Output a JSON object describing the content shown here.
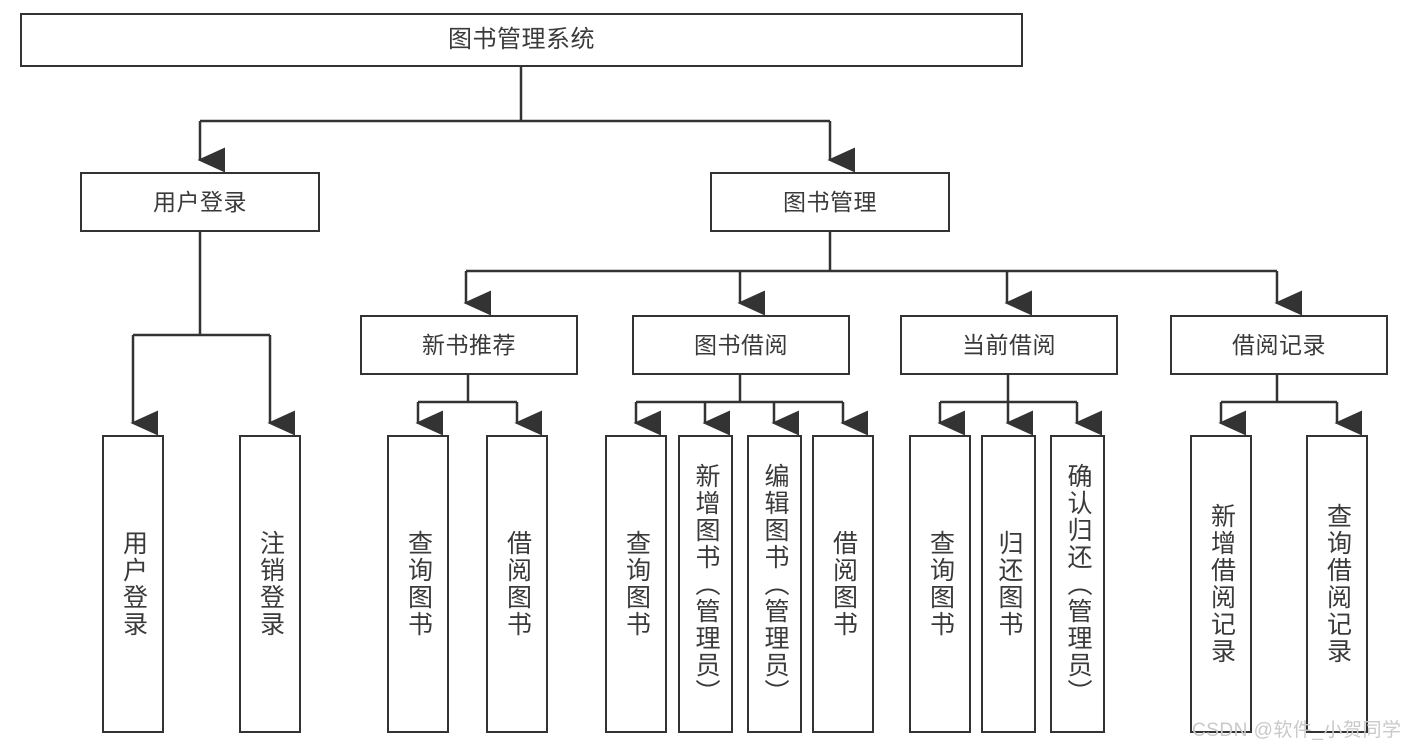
{
  "diagram": {
    "title": "图书管理系统",
    "orientation": "top-down-tree",
    "root": {
      "label": "图书管理系统"
    },
    "level2": [
      {
        "label": "用户登录"
      },
      {
        "label": "图书管理"
      }
    ],
    "level3": [
      {
        "label": "新书推荐"
      },
      {
        "label": "图书借阅"
      },
      {
        "label": "当前借阅"
      },
      {
        "label": "借阅记录"
      }
    ],
    "leaves": {
      "user_login": [
        {
          "label": "用户登录"
        },
        {
          "label": "注销登录"
        }
      ],
      "new_book_recommend": [
        {
          "label": "查询图书"
        },
        {
          "label": "借阅图书"
        }
      ],
      "book_borrow": [
        {
          "label": "查询图书"
        },
        {
          "label": "新增图书（管理员）"
        },
        {
          "label": "编辑图书（管理员）"
        },
        {
          "label": "借阅图书"
        }
      ],
      "current_borrow": [
        {
          "label": "查询图书"
        },
        {
          "label": "归还图书"
        },
        {
          "label": "确认归还（管理员）"
        }
      ],
      "borrow_record": [
        {
          "label": "新增借阅记录"
        },
        {
          "label": "查询借阅记录"
        }
      ]
    }
  },
  "watermark": {
    "text": "CSDN @软件_小贺同学"
  },
  "colors": {
    "border": "#333333",
    "text": "#3a3a3a",
    "background": "#ffffff",
    "watermark": "#c9c9c9"
  }
}
